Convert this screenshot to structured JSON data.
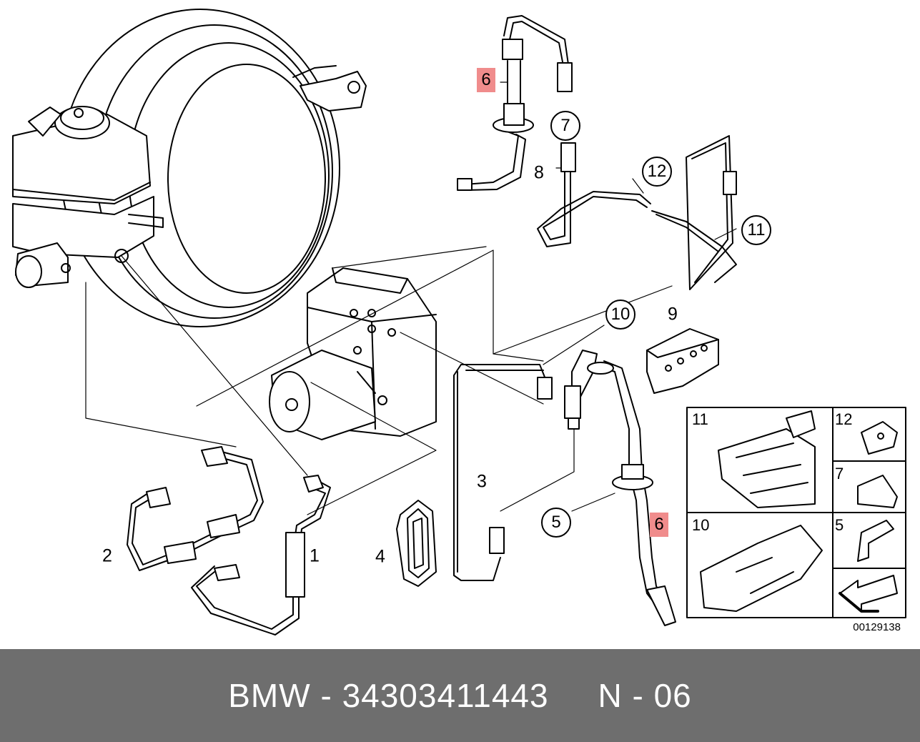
{
  "callouts": {
    "p1": "1",
    "p2": "2",
    "p3": "3",
    "p4": "4",
    "p5": "5",
    "p6_top": "6",
    "p6_bottom": "6",
    "p7": "7",
    "p8": "8",
    "p9": "9",
    "p10": "10",
    "p11": "11",
    "p12": "12"
  },
  "insets": {
    "i11": "11",
    "i12": "12",
    "i7": "7",
    "i10": "10",
    "i5": "5"
  },
  "diagram_code": "00129138",
  "footer": {
    "brand": "BMW",
    "separator": " - ",
    "part_number": "34303411443",
    "gap": "     ",
    "ref": "N - 06"
  },
  "colors": {
    "highlight": "#f08c8c",
    "footer_bg": "#6e6e6e",
    "line": "#000000"
  }
}
